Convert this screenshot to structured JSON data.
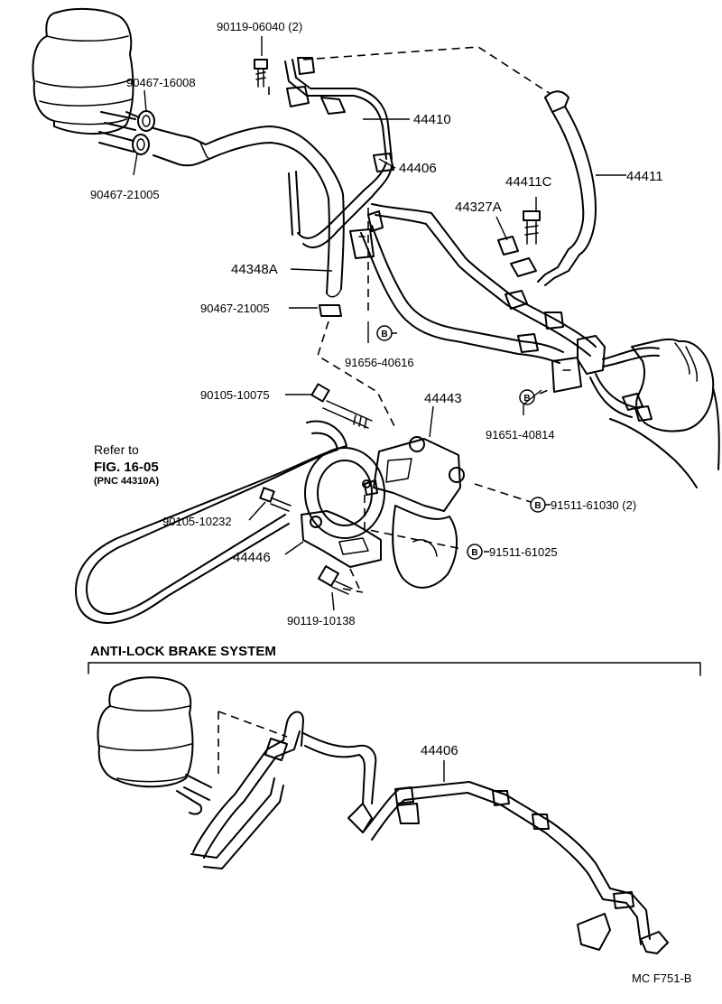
{
  "parts": {
    "p1": "90119-06040 (2)",
    "p2": "90467-16008",
    "p3": "44410",
    "p4": "44406",
    "p5": "44411C",
    "p6": "44411",
    "p7": "90467-21005",
    "p8": "44327A",
    "p9": "44348A",
    "p10": "90467-21005",
    "p11": "91656-40616",
    "p12": "90105-10075",
    "p13": "44443",
    "p14": "91651-40814",
    "p15": "91511-61030 (2)",
    "p16": "90105-10232",
    "p17": "91511-61025",
    "p18": "44446",
    "p19": "90119-10138",
    "p20": "44406"
  },
  "bolt_mark": "B",
  "refer": {
    "line1": "Refer to",
    "line2": "FIG. 16-05",
    "line3": "(PNC 44310A)"
  },
  "section": {
    "title": "ANTI-LOCK BRAKE SYSTEM"
  },
  "footer": {
    "code": "MC  F751-B"
  }
}
